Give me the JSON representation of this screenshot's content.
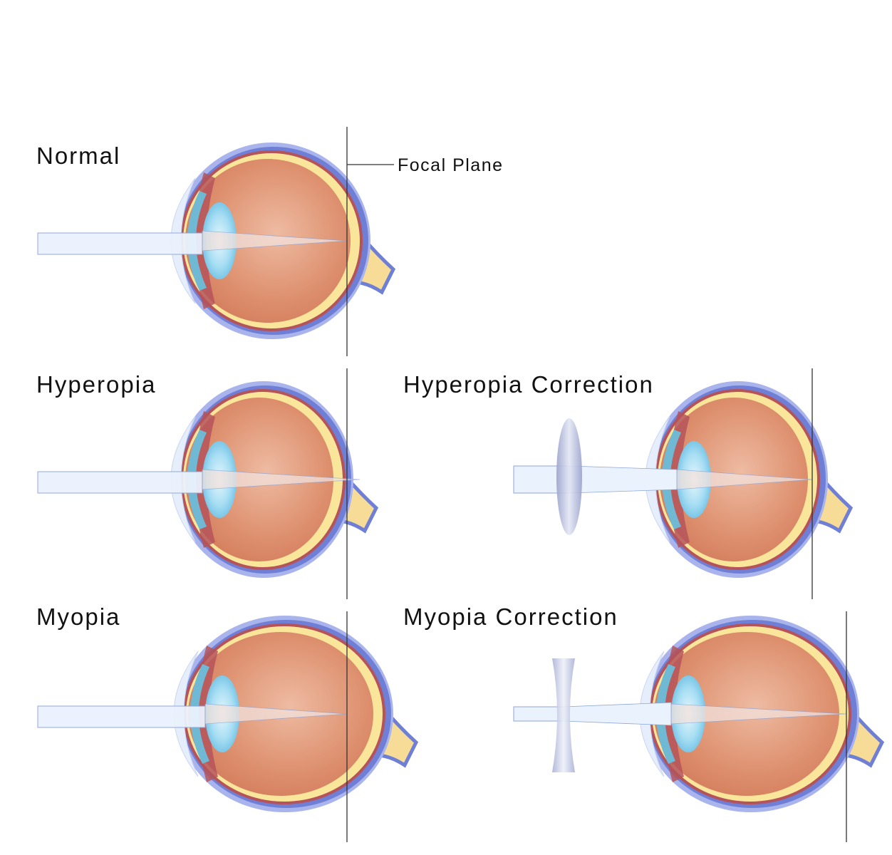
{
  "panels": [
    {
      "id": "normal",
      "title": "Normal",
      "lens": "none",
      "focus": "on-plane"
    },
    {
      "id": "hyperopia",
      "title": "Hyperopia",
      "lens": "none",
      "focus": "behind-plane"
    },
    {
      "id": "hyperopia-correction",
      "title": "Hyperopia Correction",
      "lens": "convex",
      "focus": "on-plane"
    },
    {
      "id": "myopia",
      "title": "Myopia",
      "lens": "none",
      "focus": "in-front-of-plane"
    },
    {
      "id": "myopia-correction",
      "title": "Myopia Correction",
      "lens": "concave",
      "focus": "on-plane"
    }
  ],
  "callout": {
    "label": "Focal Plane"
  },
  "colors": {
    "sclera_outer": "#6f7fd6",
    "sclera_inner": "#aab4ec",
    "choroid": "#b5535a",
    "retina": "#f9e69a",
    "vitreous": "#dd8e6c",
    "vitreous_highlight": "#edb9a0",
    "crystalline_lens": "#8fd3ef",
    "cornea": "#e7eefb",
    "iris": "#6fb9d4",
    "light_beam": "#eaf2fd",
    "beam_stroke": "#8ea6d8",
    "optic_nerve": "#f7dc97",
    "corrective_lens": "#b2bad9",
    "focal_line": "#333333"
  }
}
